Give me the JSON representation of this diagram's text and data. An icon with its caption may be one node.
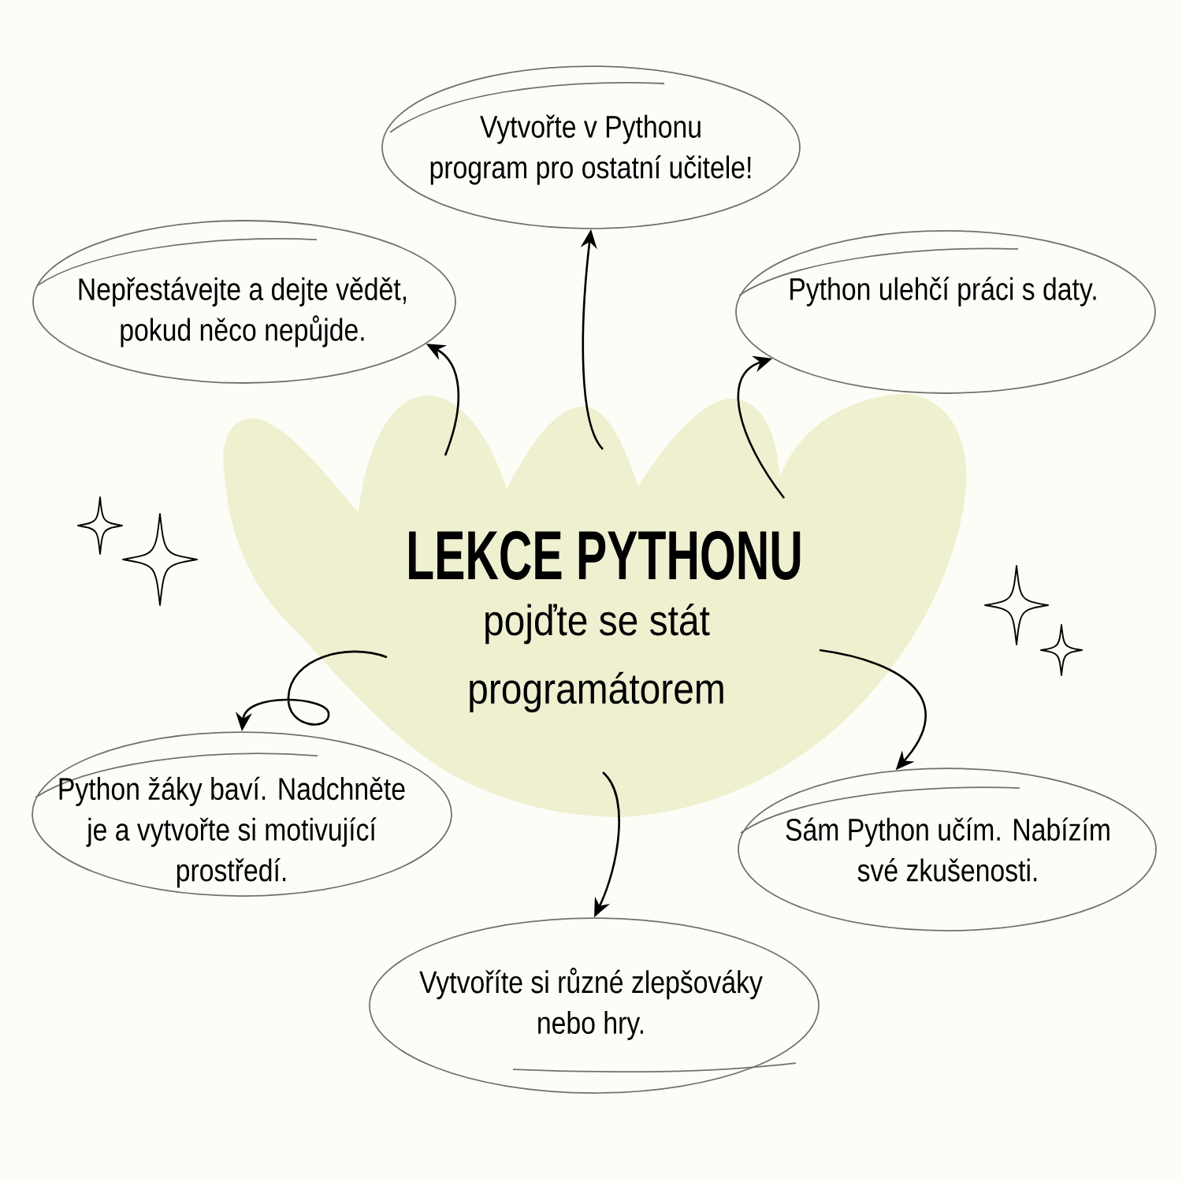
{
  "diagram": {
    "nodes": [
      {
        "text": [
          "LEKCE PYTHONU",
          "pojďte se stát programátorem"
        ]
      },
      {
        "text": [
          "Vytvořte v Pythonu program pro ostatní učitele!"
        ]
      },
      {
        "text": [
          "Nepřestávejte a dejte vědět, pokud něco nepůjde."
        ]
      },
      {
        "text": [
          "Python ulehčí práci s daty."
        ]
      },
      {
        "text": [
          "Python žáky baví. Nadchněte je a vytvořte si motivující prostředí."
        ]
      },
      {
        "text": [
          "Sám Python učím. Nabízím své zkušenosti."
        ]
      },
      {
        "text": [
          "Vytvoříte si různé zlepšováky nebo hry."
        ]
      }
    ],
    "edges": [
      {
        "from": 0,
        "to": 1,
        "arrow": "to"
      },
      {
        "from": 0,
        "to": 2,
        "arrow": "to"
      },
      {
        "from": 0,
        "to": 3,
        "arrow": "to"
      },
      {
        "from": 0,
        "to": 4,
        "arrow": "to"
      },
      {
        "from": 0,
        "to": 5,
        "arrow": "to"
      },
      {
        "from": 0,
        "to": 6,
        "arrow": "to"
      }
    ]
  }
}
